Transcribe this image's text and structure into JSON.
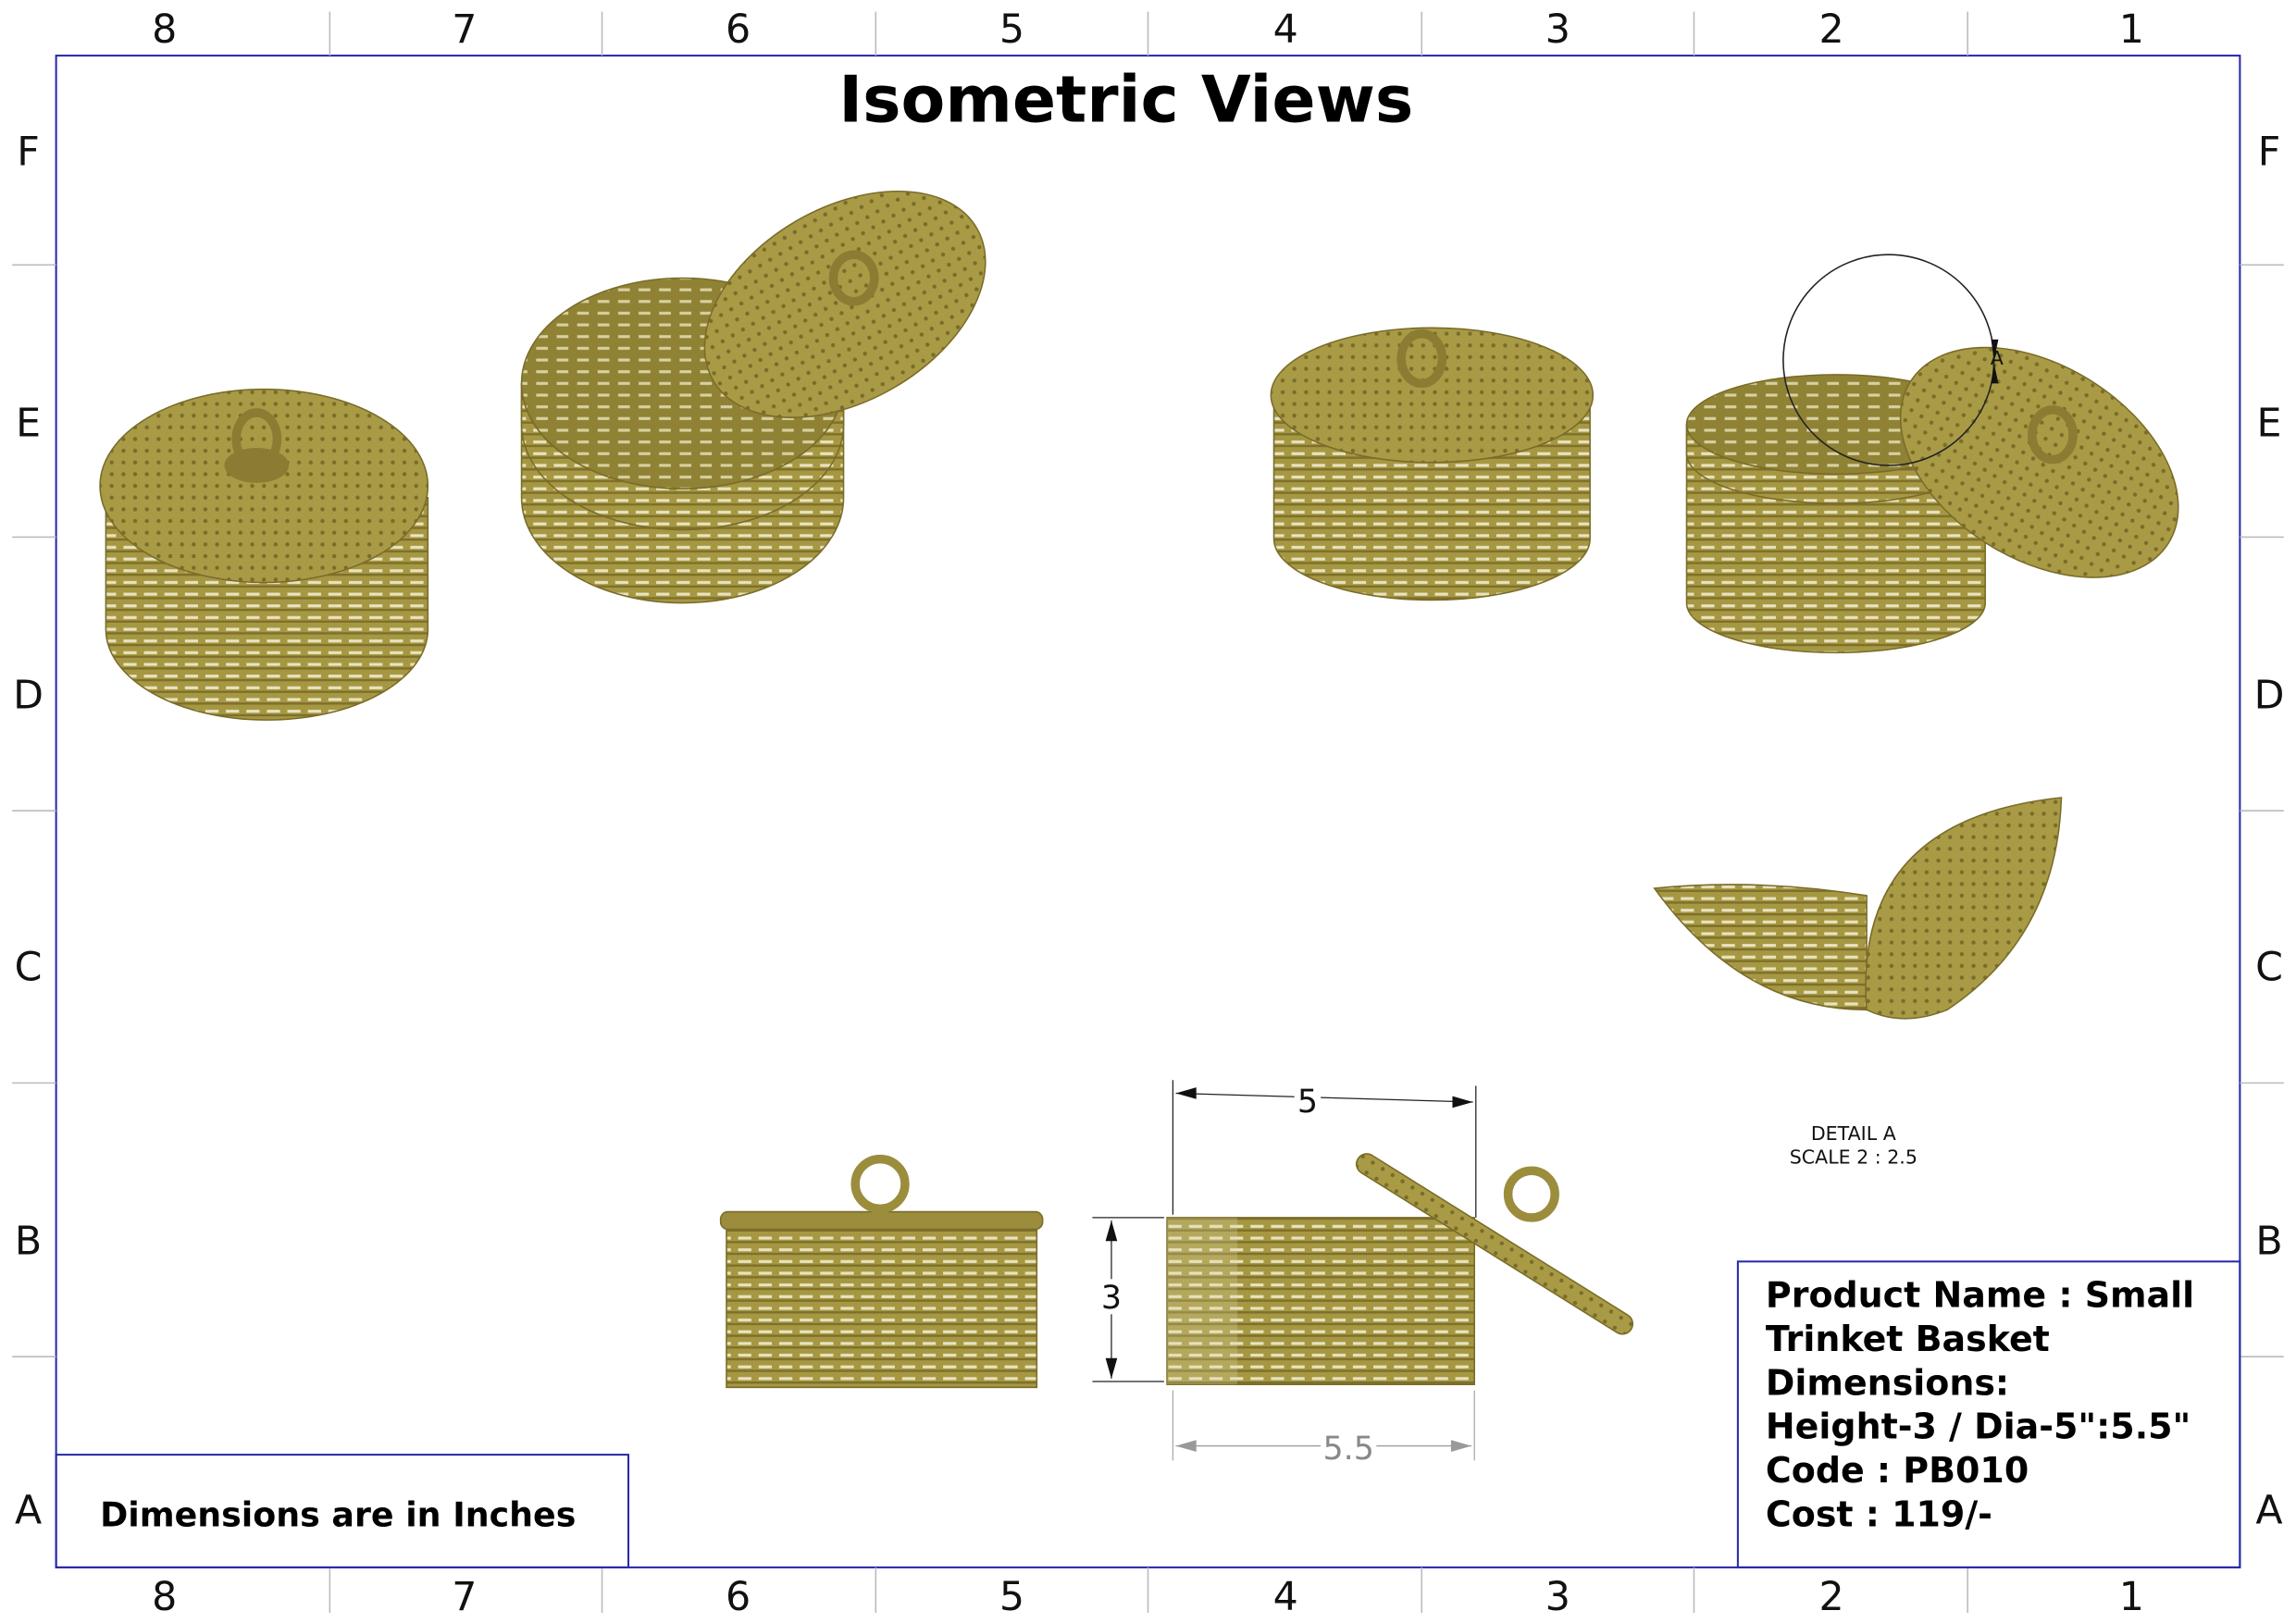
{
  "sheet": {
    "title": "Isometric Views",
    "column_labels": [
      "8",
      "7",
      "6",
      "5",
      "4",
      "3",
      "2",
      "1"
    ],
    "row_labels": [
      "F",
      "E",
      "D",
      "C",
      "B",
      "A"
    ]
  },
  "views": {
    "detail_callout": "A",
    "detail_label": "DETAIL A",
    "detail_scale": "SCALE 2 : 2.5",
    "dim_top_width": "5",
    "dim_height": "3",
    "dim_bottom_width": "5.5"
  },
  "note": "Dimensions are in Inches",
  "title_block": {
    "lines": [
      "Product Name : Small",
      "Trinket Basket",
      "Dimensions:",
      "Height-3 / Dia-5\":5.5\"",
      "Code : PB010",
      "Cost : 119/-"
    ]
  },
  "colors": {
    "basket": "#a4963f",
    "frame": "#2a2aa8"
  }
}
